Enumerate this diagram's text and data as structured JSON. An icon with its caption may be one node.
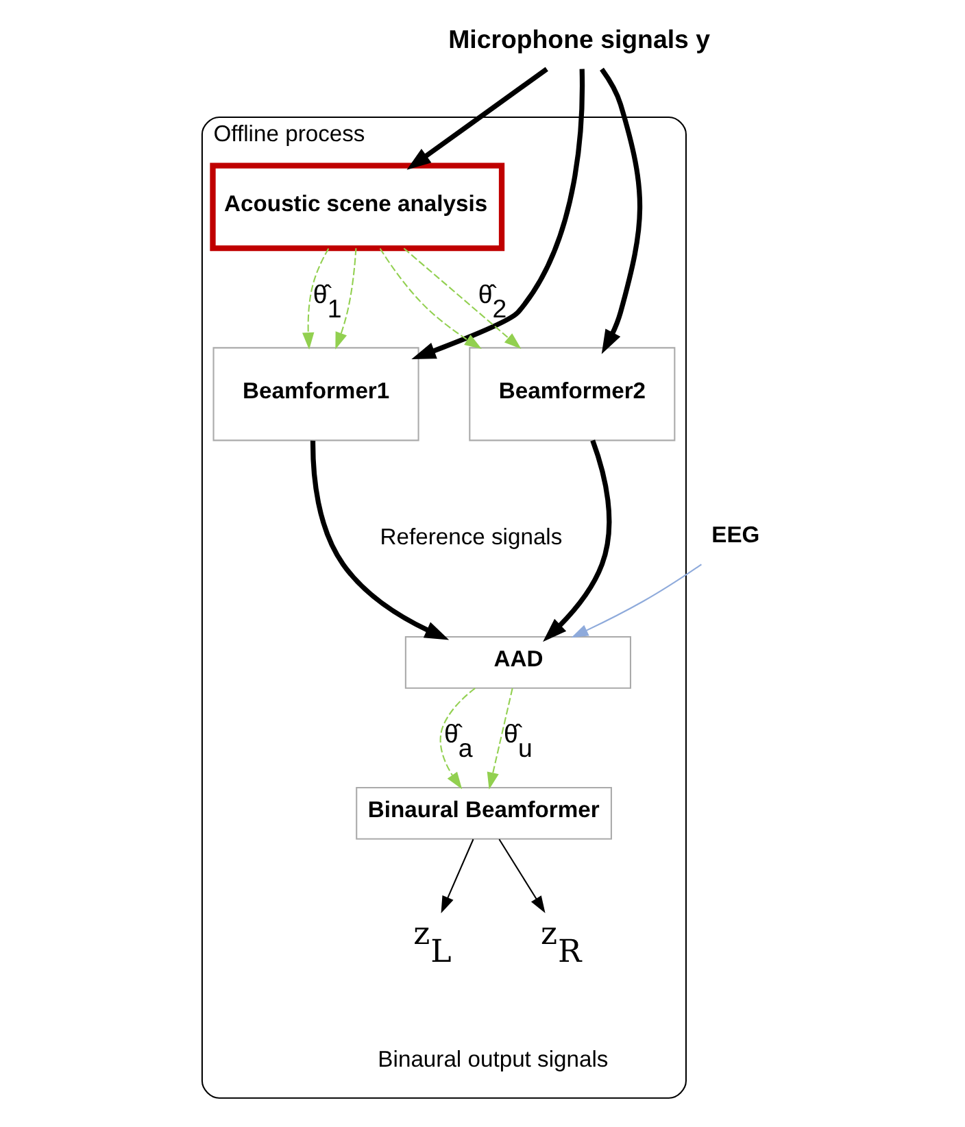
{
  "diagram": {
    "nodes": [
      {
        "text": [
          "Microphone signals y"
        ]
      },
      {
        "text": [
          "Offline process"
        ]
      },
      {
        "text": [
          "Acoustic scene analysis"
        ],
        "in": 1
      },
      {
        "text": [
          "Beamformer1"
        ],
        "in": 1
      },
      {
        "text": [
          "Beamformer2"
        ],
        "in": 1
      },
      {
        "text": [
          "AAD"
        ],
        "in": 1
      },
      {
        "text": [
          "EEG"
        ]
      },
      {
        "text": [
          "Binaural Beamformer"
        ],
        "in": 1
      },
      {
        "text": [
          "z$_{L}$"
        ],
        "in": 1
      },
      {
        "text": [
          "z$_{R}$"
        ],
        "in": 1
      }
    ],
    "edges": [
      {
        "from": 0,
        "to": 2,
        "arrow": "to",
        "style": "thick"
      },
      {
        "from": 0,
        "to": 3,
        "arrow": "to",
        "style": "thick"
      },
      {
        "from": 0,
        "to": 4,
        "arrow": "to",
        "style": "thick"
      },
      {
        "from": 2,
        "to": 3,
        "arrow": "to",
        "style": "dashed",
        "color": "#92d050",
        "label": "θ̂$_{1}$"
      },
      {
        "from": 2,
        "to": 4,
        "arrow": "to",
        "style": "dashed",
        "color": "#92d050"
      },
      {
        "from": 2,
        "to": 3,
        "arrow": "to",
        "style": "dashed",
        "color": "#92d050"
      },
      {
        "from": 2,
        "to": 4,
        "arrow": "to",
        "style": "dashed",
        "color": "#92d050",
        "label": "θ̂$_{2}$"
      },
      {
        "from": 3,
        "to": 5,
        "arrow": "to",
        "style": "thick"
      },
      {
        "from": 4,
        "to": 5,
        "arrow": "to",
        "style": "thick"
      },
      {
        "from": 6,
        "to": 5,
        "arrow": "to",
        "color": "#8eaadb"
      },
      {
        "from": 5,
        "to": 7,
        "arrow": "to",
        "style": "dashed",
        "color": "#92d050",
        "label": "θ̂$_{a}$"
      },
      {
        "from": 5,
        "to": 7,
        "arrow": "to",
        "style": "dashed",
        "color": "#92d050",
        "label": "θ̂$_{u}$"
      },
      {
        "from": 7,
        "to": 8,
        "arrow": "to"
      },
      {
        "from": 7,
        "to": 9,
        "arrow": "to"
      }
    ],
    "labels": [
      "Reference signals",
      "Binaural output signals"
    ]
  }
}
